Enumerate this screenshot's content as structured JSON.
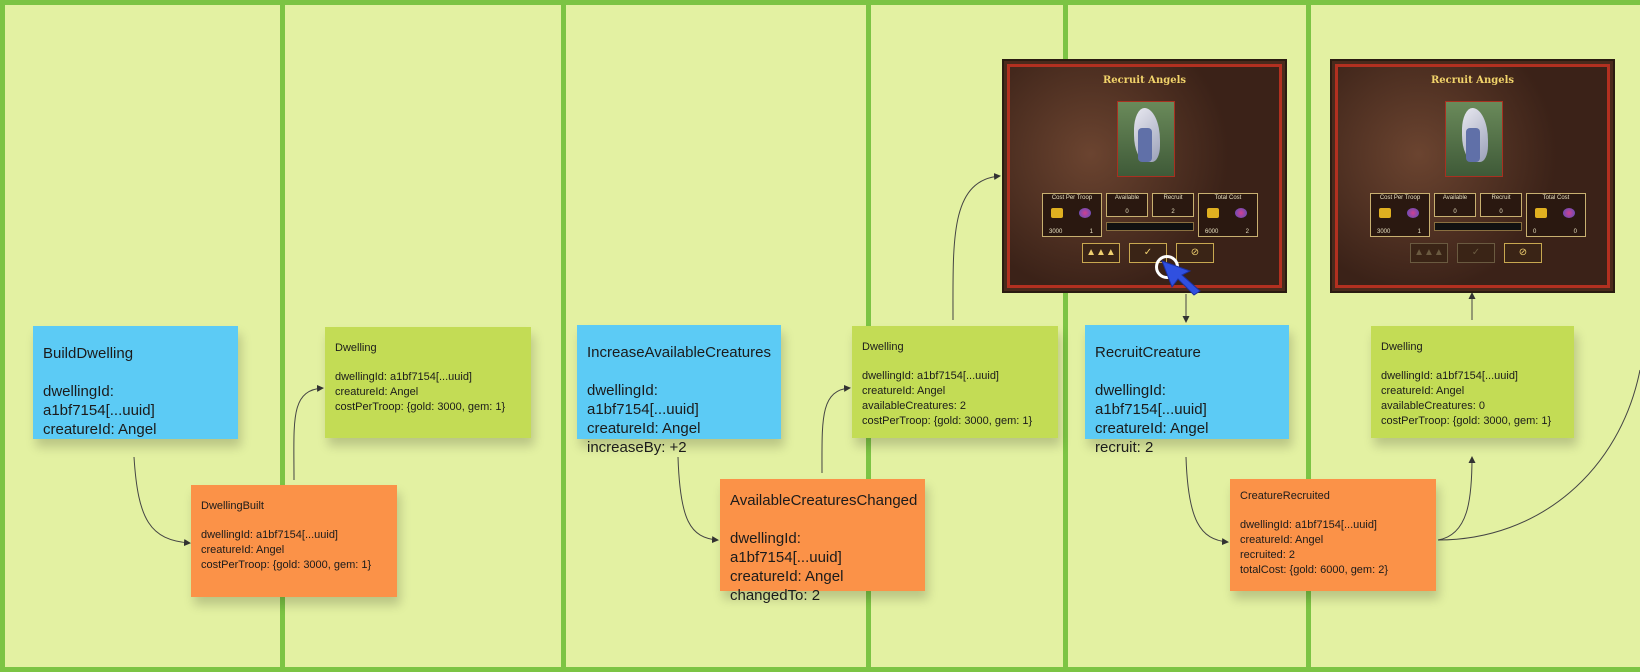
{
  "notes": {
    "build_dwelling": {
      "title": "BuildDwelling",
      "lines": [
        "dwellingId: a1bf7154[...uuid]",
        "creatureId: Angel"
      ]
    },
    "dwelling_built": {
      "title": "DwellingBuilt",
      "lines": [
        "dwellingId: a1bf7154[...uuid]",
        "creatureId: Angel",
        "costPerTroop: {gold: 3000, gem: 1}"
      ]
    },
    "dwelling_1": {
      "title": "Dwelling",
      "lines": [
        "dwellingId: a1bf7154[...uuid]",
        "creatureId: Angel",
        "costPerTroop: {gold: 3000, gem: 1}"
      ]
    },
    "increase_available": {
      "title": "IncreaseAvailableCreatures",
      "lines": [
        "dwellingId: a1bf7154[...uuid]",
        "creatureId: Angel",
        "increaseBy: +2"
      ]
    },
    "available_changed": {
      "title": "AvailableCreaturesChanged",
      "lines": [
        "dwellingId: a1bf7154[...uuid]",
        "creatureId: Angel",
        "changedTo: 2"
      ]
    },
    "dwelling_2": {
      "title": "Dwelling",
      "lines": [
        "dwellingId: a1bf7154[...uuid]",
        "creatureId: Angel",
        "availableCreatures: 2",
        "costPerTroop: {gold: 3000, gem: 1}"
      ]
    },
    "recruit_creature": {
      "title": "RecruitCreature",
      "lines": [
        "dwellingId: a1bf7154[...uuid]",
        "creatureId: Angel",
        "recruit: 2"
      ]
    },
    "creature_recruited": {
      "title": "CreatureRecruited",
      "lines": [
        "dwellingId: a1bf7154[...uuid]",
        "creatureId: Angel",
        "recruited: 2",
        "totalCost: {gold: 6000, gem: 2}"
      ]
    },
    "dwelling_3": {
      "title": "Dwelling",
      "lines": [
        "dwellingId: a1bf7154[...uuid]",
        "creatureId: Angel",
        "availableCreatures: 0",
        "costPerTroop: {gold: 3000, gem: 1}"
      ]
    }
  },
  "dialogs": [
    {
      "title": "Recruit Angels",
      "cost_label": "Cost Per Troop",
      "available_label": "Available",
      "available_value": "0",
      "recruit_label": "Recruit",
      "recruit_value": "2",
      "total_label": "Total Cost",
      "cost_gold": "3000",
      "cost_gem": "1",
      "total_gold": "6000",
      "total_gem": "2"
    },
    {
      "title": "Recruit Angels",
      "cost_label": "Cost Per Troop",
      "available_label": "Available",
      "available_value": "0",
      "recruit_label": "Recruit",
      "recruit_value": "0",
      "total_label": "Total Cost",
      "cost_gold": "3000",
      "cost_gem": "1",
      "total_gold": "0",
      "total_gem": "0"
    }
  ],
  "colors": {
    "board": "#e3f1a2",
    "lane_border": "#7cc444",
    "command": "#5ccbf5",
    "read_model": "#c3dc55",
    "event": "#fb9248",
    "cursor": "#3050e0"
  },
  "icons": [
    "gold-icon",
    "gem-icon",
    "max-icon",
    "recruit-icon",
    "cancel-icon",
    "cursor-icon",
    "angel-portrait"
  ]
}
